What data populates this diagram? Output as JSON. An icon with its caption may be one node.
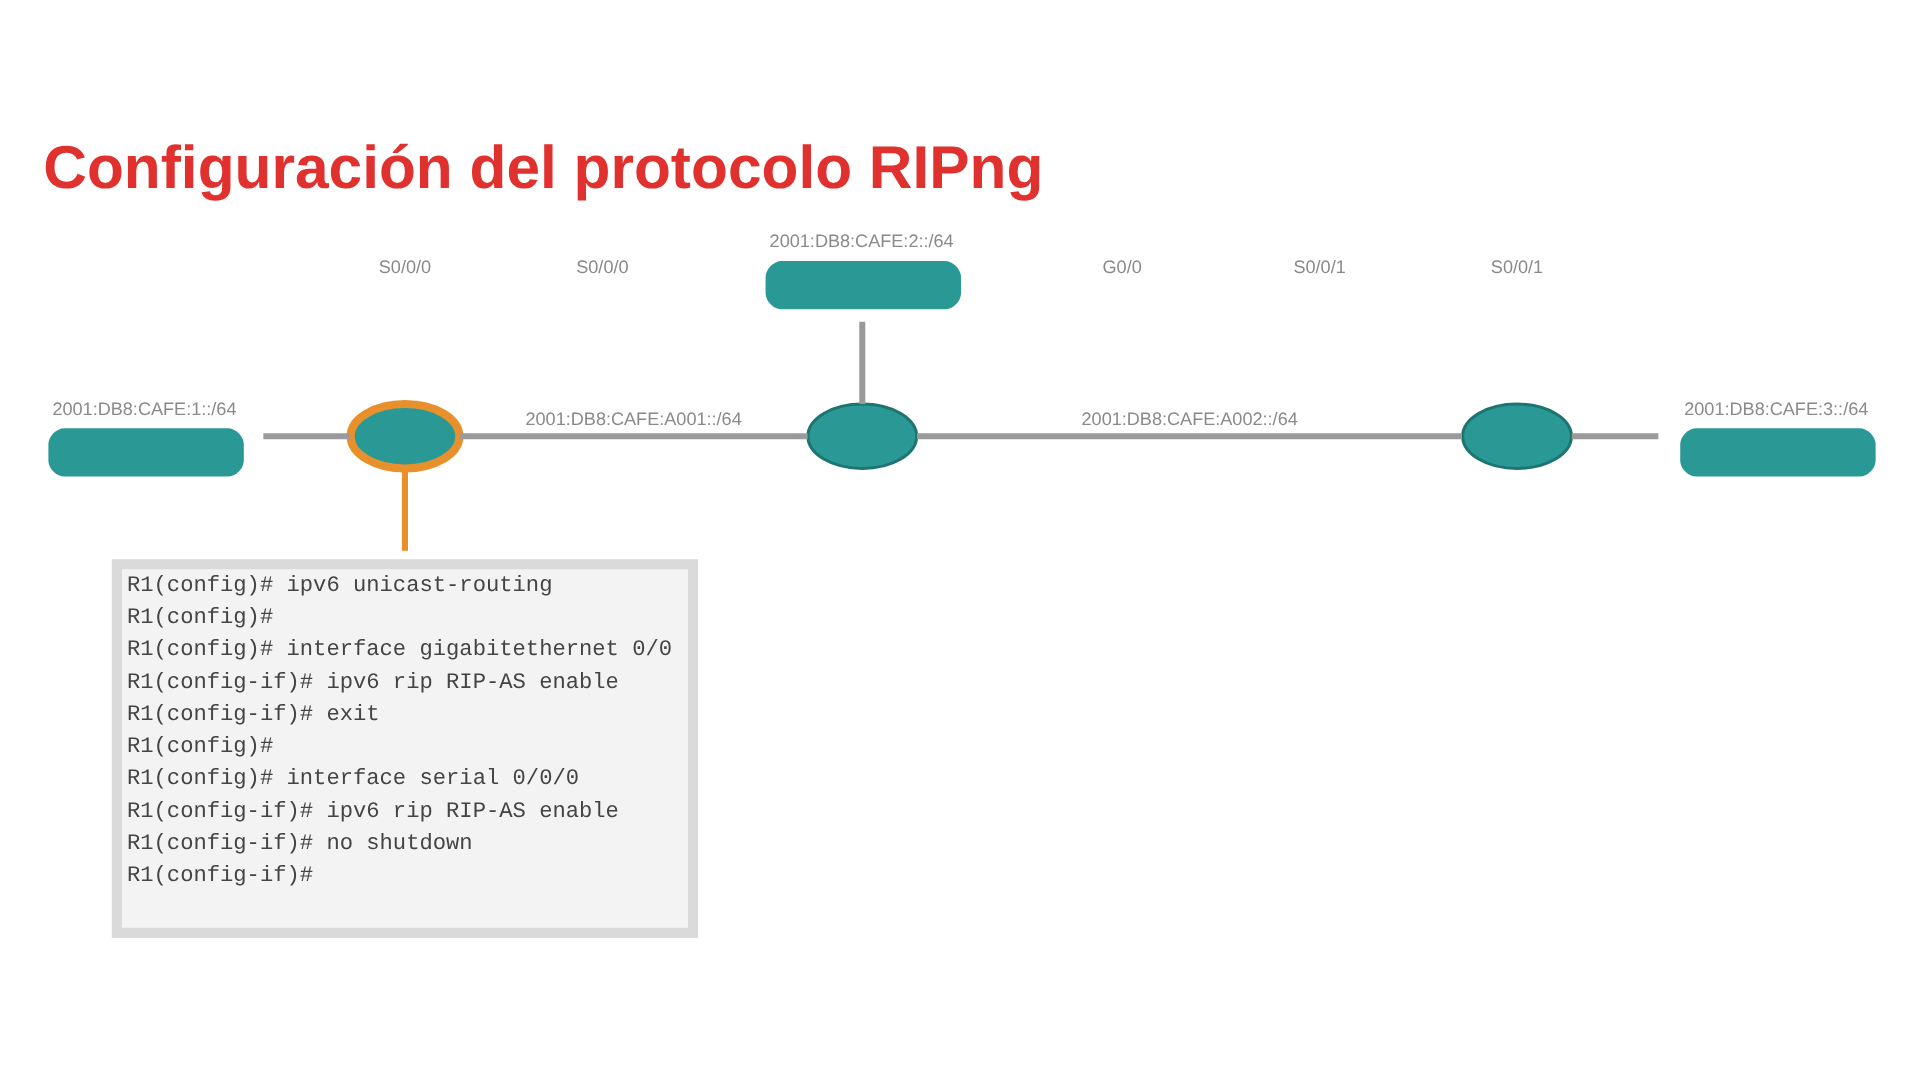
{
  "diagram": {
    "title": "Configuración del protocolo RIPng",
    "nodes": [
      {
        "text": [],
        "shape": "box",
        "beside": [
          "2001:DB8:CAFE:1::/64"
        ]
      },
      {
        "text": [],
        "shape": "cylinder"
      },
      {
        "text": [],
        "shape": "box",
        "beside": [
          "2001:DB8:CAFE:2::/64"
        ]
      },
      {
        "text": [],
        "shape": "cylinder"
      },
      {
        "text": [],
        "shape": "cylinder"
      },
      {
        "text": [],
        "shape": "box",
        "beside": [
          "2001:DB8:CAFE:3::/64"
        ]
      },
      {
        "text": [
          "R1(config)# ipv6 unicast-routing",
          "R1(config)#",
          "R1(config)# interface gigabitethernet 0/0",
          "R1(config-if)# ipv6 rip RIP-AS enable",
          "R1(config-if)# exit",
          "R1(config)#",
          "R1(config)# interface serial 0/0/0",
          "R1(config-if)# ipv6 rip RIP-AS enable",
          "R1(config-if)# no shutdown",
          "R1(config-if)#"
        ]
      }
    ],
    "edges": [
      {
        "from": 0,
        "to": 1,
        "arrow": "none"
      },
      {
        "from": 1,
        "to": 3,
        "arrow": "none",
        "label": "2001:DB8:CAFE:A001::/64"
      },
      {
        "from": 2,
        "to": 3,
        "arrow": "none"
      },
      {
        "from": 3,
        "to": 4,
        "arrow": "none",
        "label": "2001:DB8:CAFE:A002::/64"
      },
      {
        "from": 4,
        "to": 5,
        "arrow": "none"
      },
      {
        "from": 1,
        "to": 6,
        "arrow": "none",
        "color": "#e8912c"
      }
    ],
    "labels": [
      "S0/0/0",
      "S0/0/0",
      "G0/0",
      "S0/0/1",
      "S0/0/1"
    ]
  }
}
